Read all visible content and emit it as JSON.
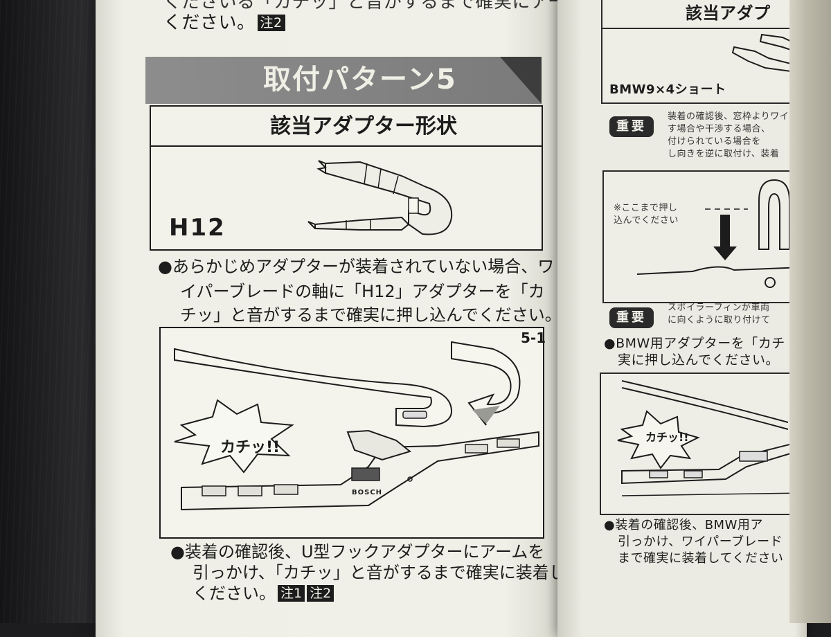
{
  "left_page": {
    "top_text_line1": "くださいる「カチッ」と音がするまで確実にアームを",
    "top_text_line2": "ください。",
    "top_note": "注2",
    "heading": "取付パターン5",
    "adapter_box": {
      "title": "該当アダプター形状",
      "label": "H12"
    },
    "bullet1": {
      "line1": "●あらかじめアダプターが装着されていない場合、ワ",
      "line2": "イパーブレードの軸に「H12」アダプターを「カ",
      "line3": "チッ」と音がするまで確実に押し込んでください。"
    },
    "illustration": {
      "step": "5-1",
      "sound": "カチッ!!",
      "brand": "BOSCH"
    },
    "bullet2": {
      "line1": "●装着の確認後、U型フックアダプターにアームを",
      "line2": "引っかけ、「カチッ」と音がするまで確実に装着して",
      "line3": "ください。",
      "note1": "注1",
      "note2": "注2"
    }
  },
  "right_page": {
    "top_label": "該当アダプ",
    "adapter_label": "BMW9×4ショート",
    "important1": {
      "badge": "重要",
      "line1": "装着の確認後、窓枠よりワイ",
      "line2": "す場合や干渉する場合、",
      "line3": "付けられている場合を",
      "line4": "し向きを逆に取付け、装着"
    },
    "push_note": {
      "line1": "※ここまで押し",
      "line2": "込んでください"
    },
    "important2": {
      "badge": "重要",
      "line1": "スポイラーフィンが車両",
      "line2": "に向くように取り付けて"
    },
    "bullet_bmw": {
      "line1": "●BMW用アダプターを「カチ",
      "line2": "実に押し込んでください。"
    },
    "sound": "カチッ!!",
    "bullet_final": {
      "line1": "●装着の確認後、BMW用ア",
      "line2": "引っかけ、ワイパーブレード",
      "line3": "まで確実に装着してください"
    }
  }
}
